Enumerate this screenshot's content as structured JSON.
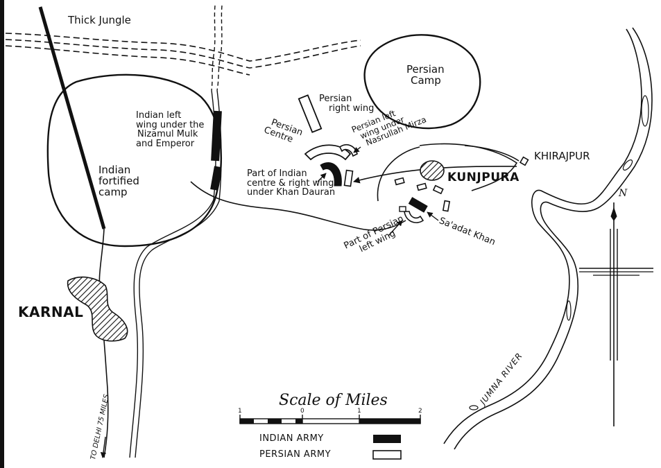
{
  "labels": {
    "thick_jungle": "Thick Jungle",
    "indian_left_wing": [
      "Indian left",
      "wing under the",
      "Nizamul Mulk",
      "and Emperor"
    ],
    "indian_camp": [
      "Indian",
      "fortified",
      "camp"
    ],
    "persian_right_wing": [
      "Persian",
      "right wing"
    ],
    "persian_camp": [
      "Persian",
      "Camp"
    ],
    "persian_centre": [
      "Persian",
      "Centre"
    ],
    "persian_left_wing": [
      "Persian left",
      "wing under",
      "Nasrullah Mirza"
    ],
    "indian_centre": [
      "Part of Indian",
      "centre & right wing",
      "under Khan Dauran"
    ],
    "khirajpur": "KHIRAJPUR",
    "kunjpura": "KUNJPURA",
    "saadat_khan": "Sa'adat Khan",
    "part_persian_left": [
      "Part of Persian",
      "left wing"
    ],
    "karnal": "KARNAL",
    "to_delhi": "TO DELHI 75 MILES",
    "jumna_river": "JUMNA RIVER",
    "north": "N"
  },
  "scale": {
    "title": "Scale of Miles",
    "ticks": [
      "1",
      "0",
      "1",
      "2"
    ]
  },
  "legend": {
    "indian": {
      "label": "INDIAN ARMY",
      "fill": "#111111"
    },
    "persian": {
      "label": "PERSIAN ARMY",
      "fill": "#ffffff"
    }
  },
  "colors": {
    "ink": "#111111",
    "paper": "#ffffff"
  }
}
